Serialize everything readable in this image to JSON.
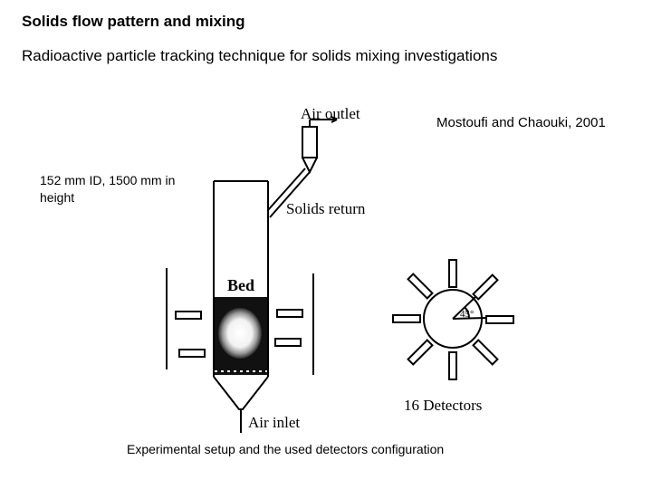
{
  "slide": {
    "title": "Solids flow pattern and mixing",
    "subtitle": "Radioactive particle tracking technique for solids mixing investigations",
    "citation": "Mostoufi and Chaouki, 2001",
    "dimensions_note": "152 mm ID, 1500 mm in height",
    "caption": "Experimental setup and the used detectors configuration"
  },
  "figure": {
    "air_outlet_label": "Air outlet",
    "solids_return_label": "Solids return",
    "bed_label": "Bed",
    "air_inlet_label": "Air inlet",
    "angle_label": "45°",
    "detectors_label": "16 Detectors"
  }
}
